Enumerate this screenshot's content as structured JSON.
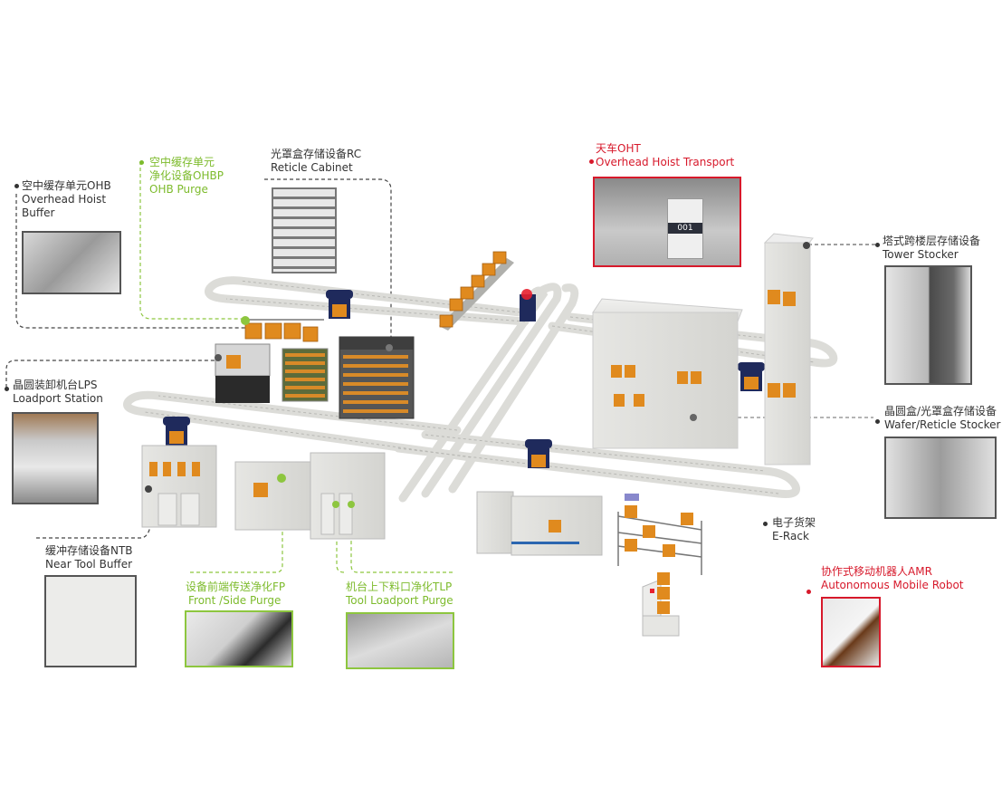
{
  "title": "AMHS automated material handling system overview",
  "colors": {
    "neutral_label": "#333333",
    "purge_green": "#7dbb2c",
    "transport_red": "#d7192b",
    "foup_orange": "#e08a1e",
    "vehicle_navy": "#1f2a5c",
    "rail_gray": "#e4e4e0"
  },
  "callouts": {
    "ohb": {
      "zh": "空中缓存单元OHB",
      "en1": "Overhead Hoist",
      "en2": "Buffer",
      "category": "storage"
    },
    "ohbp": {
      "zh1": "空中缓存单元",
      "zh2": "净化设备OHBP",
      "en": "OHB Purge",
      "category": "purge"
    },
    "rc": {
      "zh": "光罩盒存储设备RC",
      "en": "Reticle Cabinet",
      "category": "storage"
    },
    "oht": {
      "zh": "天车OHT",
      "en": "Overhead Hoist Transport",
      "category": "transport"
    },
    "tower": {
      "zh": "塔式跨楼层存储设备",
      "en": "Tower Stocker",
      "category": "storage"
    },
    "lps": {
      "zh": "晶圆装卸机台LPS",
      "en": "Loadport Station",
      "category": "storage"
    },
    "stocker": {
      "zh": "晶圆盒/光罩盒存储设备",
      "en": "Wafer/Reticle Stocker",
      "category": "storage"
    },
    "erack": {
      "zh": "电子货架",
      "en": "E-Rack",
      "category": "storage"
    },
    "ntb": {
      "zh": "缓冲存储设备NTB",
      "en": "Near Tool Buffer",
      "category": "storage"
    },
    "fp": {
      "zh": "设备前端传送净化FP",
      "en": "Front /Side Purge",
      "category": "purge"
    },
    "tlp": {
      "zh": "机台上下料口净化TLP",
      "en": "Tool Loadport Purge",
      "category": "purge"
    },
    "amr": {
      "zh": "协作式移动机器人AMR",
      "en": "Autonomous Mobile Robot",
      "category": "transport"
    }
  },
  "oht_photo_vehicle_id": "001"
}
